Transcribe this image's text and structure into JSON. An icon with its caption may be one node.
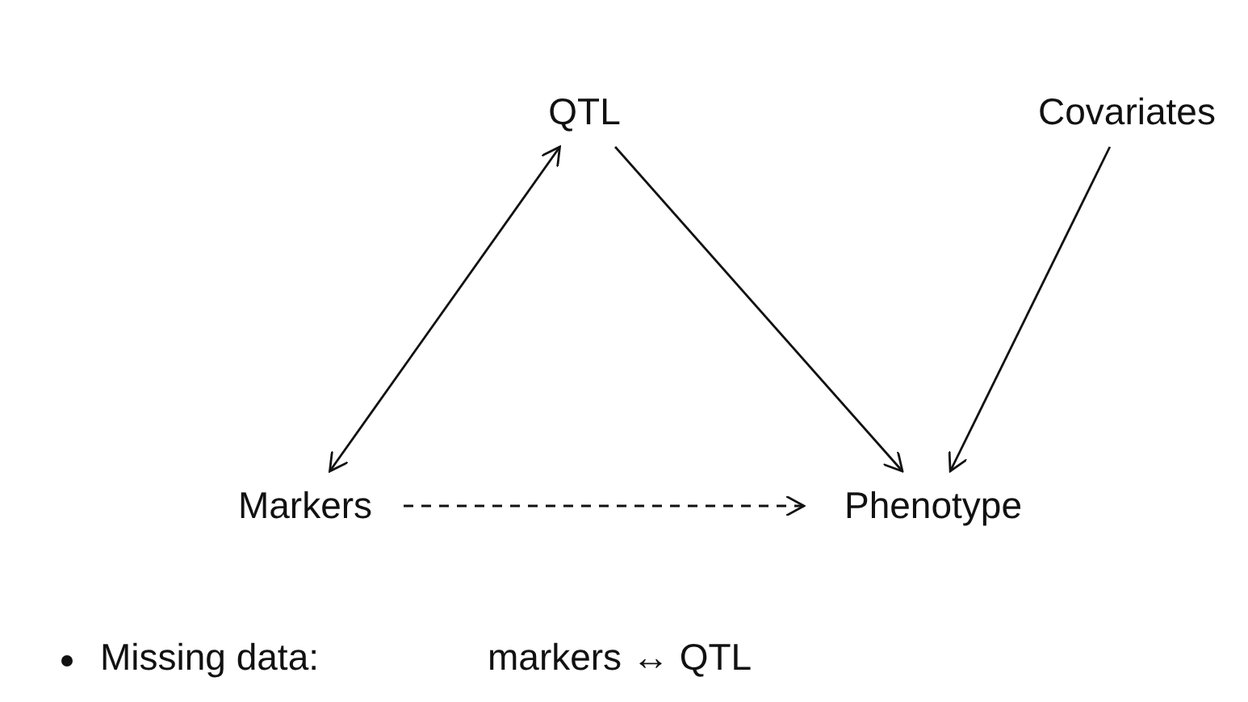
{
  "diagram": {
    "nodes": [
      {
        "text": [
          "QTL"
        ]
      },
      {
        "text": [
          "Covariates"
        ]
      },
      {
        "text": [
          "Markers"
        ]
      },
      {
        "text": [
          "Phenotype"
        ]
      }
    ],
    "edges": [
      {
        "from": 2,
        "to": 0,
        "arrow": "both"
      },
      {
        "from": 0,
        "to": 3,
        "arrow": "to"
      },
      {
        "from": 1,
        "to": 3,
        "arrow": "to"
      },
      {
        "from": 2,
        "to": 3,
        "arrow": "to",
        "style": "dashed"
      }
    ],
    "labels": [
      "Missing data:",
      "markers ↔ QTL"
    ]
  }
}
